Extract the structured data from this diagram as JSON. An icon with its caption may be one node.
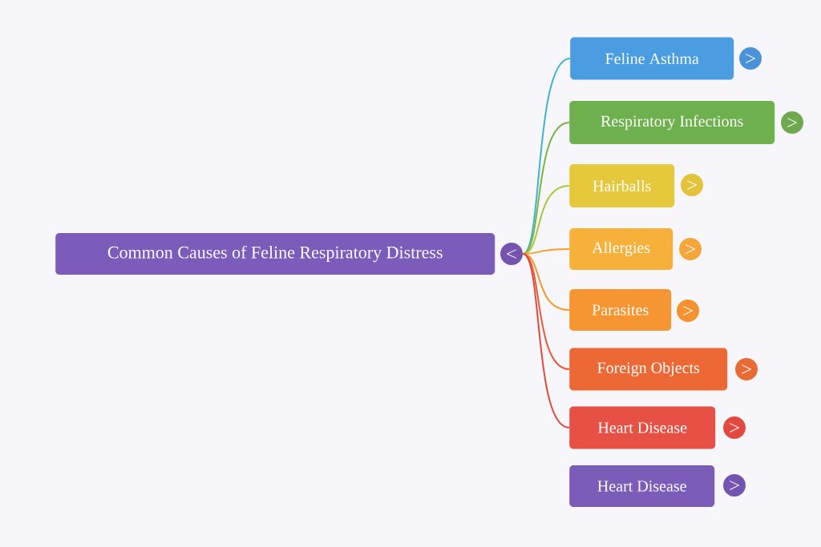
{
  "diagram": {
    "nodes": [
      {
        "text": [
          "Common Causes of Feline Respiratory Distress"
        ]
      },
      {
        "text": [
          "<"
        ]
      },
      {
        "text": [
          "Feline Asthma"
        ]
      },
      {
        "text": [
          ">"
        ]
      },
      {
        "text": [
          "Respiratory Infections"
        ]
      },
      {
        "text": [
          ">"
        ]
      },
      {
        "text": [
          "Hairballs"
        ]
      },
      {
        "text": [
          ">"
        ]
      },
      {
        "text": [
          "Allergies"
        ]
      },
      {
        "text": [
          ">"
        ]
      },
      {
        "text": [
          "Parasites"
        ]
      },
      {
        "text": [
          ">"
        ]
      },
      {
        "text": [
          "Foreign Objects"
        ]
      },
      {
        "text": [
          ">"
        ]
      },
      {
        "text": [
          "Heart Disease"
        ]
      },
      {
        "text": [
          ">"
        ]
      },
      {
        "text": [
          "Heart Disease"
        ]
      },
      {
        "text": [
          ">"
        ]
      }
    ],
    "edges": [
      {
        "from": 1,
        "to": 2,
        "arrow": "none",
        "color": "#3bb4cc"
      },
      {
        "from": 1,
        "to": 4,
        "arrow": "none",
        "color": "#7cb342"
      },
      {
        "from": 1,
        "to": 6,
        "arrow": "none",
        "color": "#a8c83a"
      },
      {
        "from": 1,
        "to": 8,
        "arrow": "none",
        "color": "#f5a030"
      },
      {
        "from": 1,
        "to": 10,
        "arrow": "none",
        "color": "#f39a30"
      },
      {
        "from": 1,
        "to": 12,
        "arrow": "none",
        "color": "#e85a38"
      },
      {
        "from": 1,
        "to": 14,
        "arrow": "none",
        "color": "#e04a3a"
      }
    ]
  }
}
